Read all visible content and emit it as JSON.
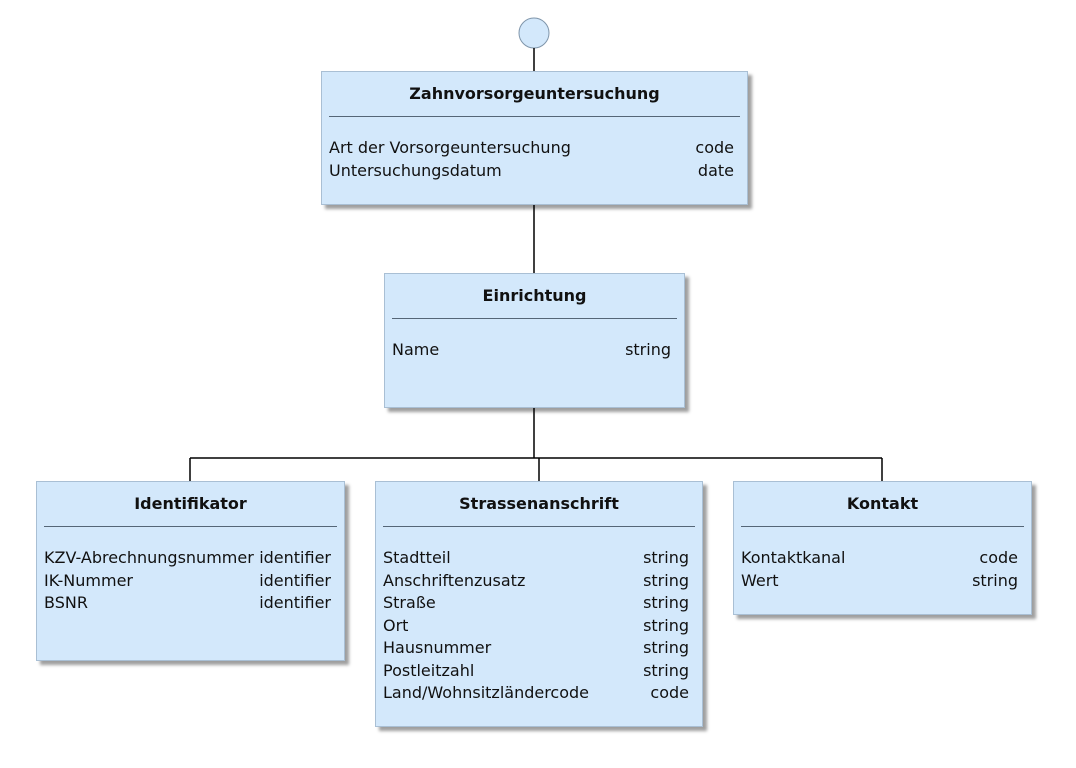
{
  "classes": {
    "root": {
      "title": "Zahnvorsorgeuntersuchung",
      "attributes": [
        {
          "name": "Art der Vorsorgeuntersuchung",
          "type": "code"
        },
        {
          "name": "Untersuchungsdatum",
          "type": "date"
        }
      ]
    },
    "facility": {
      "title": "Einrichtung",
      "attributes": [
        {
          "name": "Name",
          "type": "string"
        }
      ]
    },
    "identifier": {
      "title": "Identifikator",
      "attributes": [
        {
          "name": "KZV-Abrechnungsnummer",
          "type": "identifier"
        },
        {
          "name": "IK-Nummer",
          "type": "identifier"
        },
        {
          "name": "BSNR",
          "type": "identifier"
        }
      ]
    },
    "address": {
      "title": "Strassenanschrift",
      "attributes": [
        {
          "name": "Stadtteil",
          "type": "string"
        },
        {
          "name": "Anschriftenzusatz",
          "type": "string"
        },
        {
          "name": "Straße",
          "type": "string"
        },
        {
          "name": "Ort",
          "type": "string"
        },
        {
          "name": "Hausnummer",
          "type": "string"
        },
        {
          "name": "Postleitzahl",
          "type": "string"
        },
        {
          "name": "Land/Wohnsitzländercode",
          "type": "code"
        }
      ]
    },
    "contact": {
      "title": "Kontakt",
      "attributes": [
        {
          "name": "Kontaktkanal",
          "type": "code"
        },
        {
          "name": "Wert",
          "type": "string"
        }
      ]
    }
  },
  "colors": {
    "box_fill": "#d3e8fb",
    "start_node_fill": "#d3e8fb",
    "connector": "#000000"
  }
}
